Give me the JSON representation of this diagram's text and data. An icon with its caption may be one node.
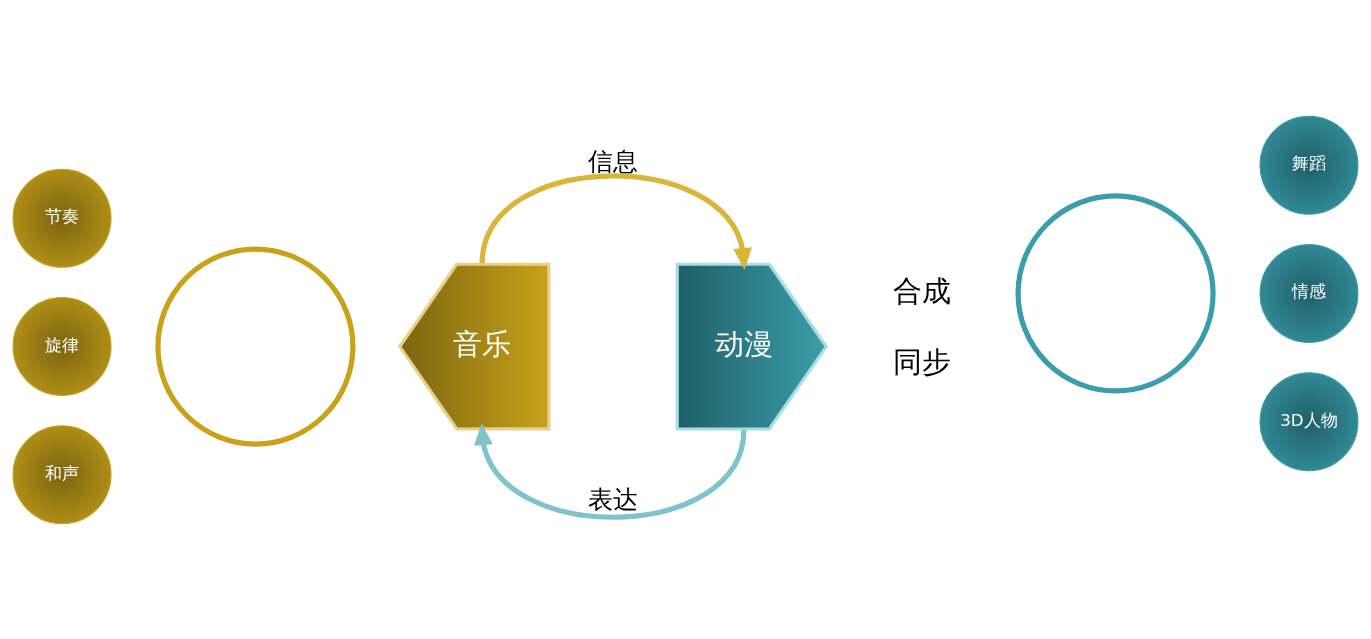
{
  "diagram": {
    "nodes": [
      {
        "text": [],
        "shape": "circle"
      },
      {
        "text": [
          "节奏"
        ]
      },
      {
        "text": [
          "旋律"
        ]
      },
      {
        "text": [
          "和声"
        ]
      },
      {
        "text": [
          "音乐"
        ]
      },
      {
        "text": [
          "动漫"
        ]
      },
      {
        "text": [],
        "shape": "circle"
      },
      {
        "text": [
          "舞蹈"
        ]
      },
      {
        "text": [
          "情感"
        ]
      },
      {
        "text": [
          "3D人物"
        ]
      }
    ],
    "edges": [
      {
        "from": 4,
        "to": 5,
        "arrow": "to",
        "label": "信息",
        "color": "#d9b53a"
      },
      {
        "from": 5,
        "to": 4,
        "arrow": "to",
        "label": "表达",
        "color": "#7fc3cc"
      }
    ],
    "labels": [
      "合成",
      "同步"
    ]
  }
}
